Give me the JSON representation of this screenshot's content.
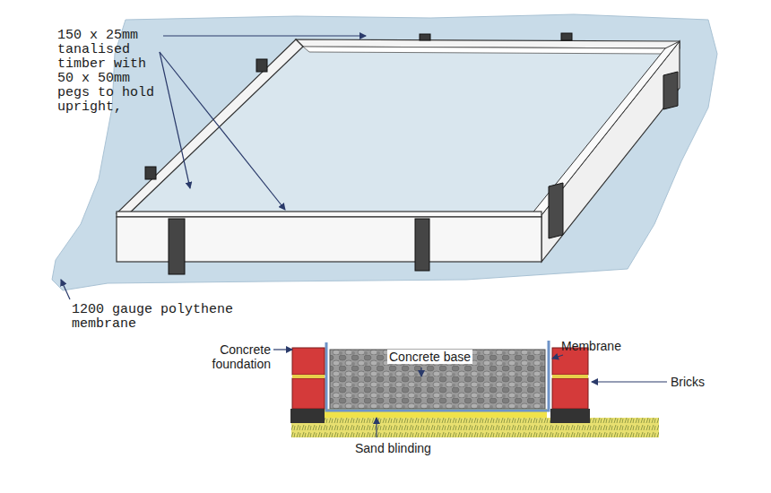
{
  "diagram": {
    "labels": [
      "150 x 25mm tanalised timber with 50 x 50mm pegs to hold upright,",
      "1200 gauge polythene membrane",
      "Concrete base",
      "Membrane",
      "Bricks",
      "Concrete foundation",
      "Sand blinding"
    ]
  }
}
